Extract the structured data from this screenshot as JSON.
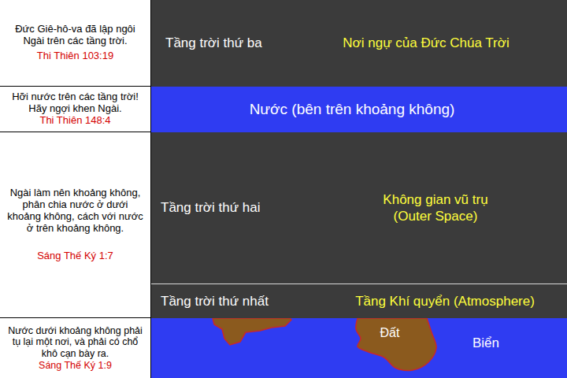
{
  "diagram": {
    "nodes": [
      {
        "text": [
          "Đức Giê-hô-va đã lập ngôi Ngài trên các tầng trời.",
          "Thi Thiên 103:19"
        ]
      },
      {
        "text": [
          "Tầng trời thứ ba",
          "Nơi ngự của Đức Chúa Trời"
        ]
      },
      {
        "text": [
          "Hỡi nước trên các tầng trời! Hãy ngợi khen Ngài.",
          "Thi Thiên 148:4"
        ]
      },
      {
        "text": [
          "Nước (bên trên khoảng không)"
        ]
      },
      {
        "text": [
          "Ngài làm nên khoảng không, phân chia nước ở dưới khoảng không, cách với nước ở trên khoảng không.",
          "Sáng Thế Ký 1:7"
        ]
      },
      {
        "text": [
          "Tầng trời thứ hai",
          "Không gian vũ trụ (Outer Space)"
        ]
      },
      {
        "text": [
          "Tầng trời thứ nhất",
          "Tầng Khí quyển (Atmosphere)"
        ]
      },
      {
        "text": [
          "Nước dưới khoảng không phải tụ lại một nơi, và phải có chổ khô cạn bày ra.",
          "Sáng Thế Ký 1:9"
        ]
      },
      {
        "text": [
          "Biển"
        ]
      },
      {
        "text": [
          "Đất"
        ],
        "in": 8
      }
    ]
  }
}
